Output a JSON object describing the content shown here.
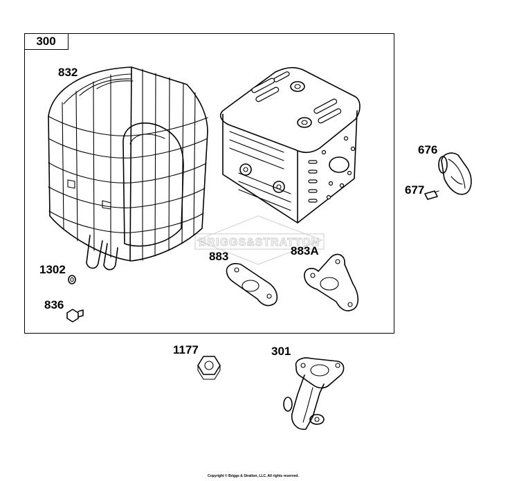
{
  "assembly": {
    "number": "300"
  },
  "callouts": {
    "p832": "832",
    "p676": "676",
    "p677": "677",
    "p1302": "1302",
    "p836": "836",
    "p883": "883",
    "p883a": "883A",
    "p1177": "1177",
    "p301": "301"
  },
  "watermark": {
    "text": "BRIGGS&STRATTON"
  },
  "footer": {
    "copyright": "Copyright © Briggs & Stratton, LLC. All rights reserved."
  }
}
